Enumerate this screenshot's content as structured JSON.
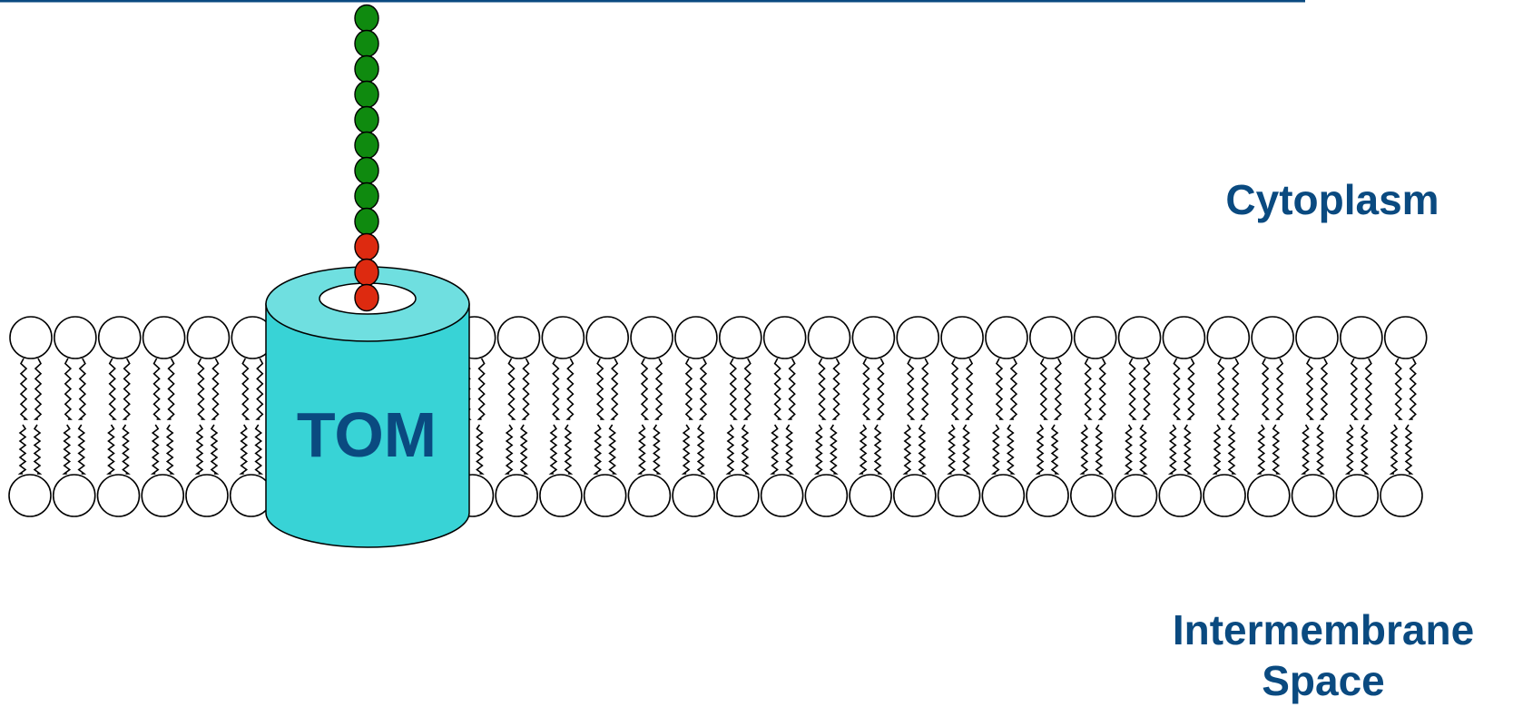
{
  "labels": {
    "cytoplasm": "Cytoplasm",
    "intermembrane_line1": "Intermembrane",
    "intermembrane_line2": "Space",
    "translocase": "TOM"
  },
  "colors": {
    "label_text": "#0a4a80",
    "tom_body": "#38d3d6",
    "tom_top": "#6fdfe0",
    "signal_residue": "#dd2a10",
    "mature_residue": "#0f8a0f",
    "lipid_head": "#ffffff",
    "outline": "#000000"
  },
  "chain": {
    "mature_residues": 9,
    "signal_residues": 3
  },
  "icons": [
    "lipid-bilayer",
    "tom-channel",
    "precursor-protein-chain"
  ]
}
